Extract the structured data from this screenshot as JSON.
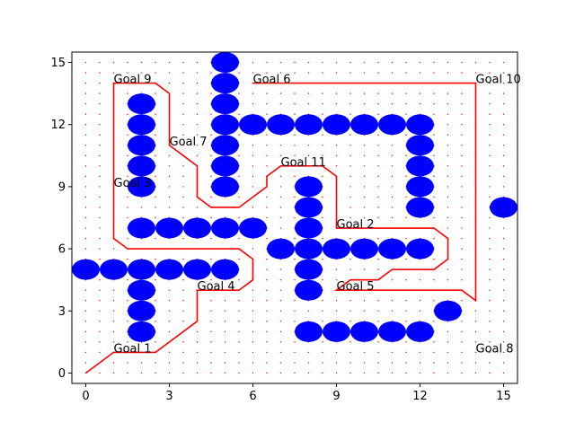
{
  "chart_data": {
    "type": "scatter",
    "title": "",
    "xlabel": "",
    "ylabel": "",
    "xlim": [
      -0.5,
      15.5
    ],
    "ylim": [
      -0.5,
      15.5
    ],
    "x_ticks": [
      0,
      3,
      6,
      9,
      12,
      15
    ],
    "y_ticks": [
      0,
      3,
      6,
      9,
      12,
      15
    ],
    "grid_points": {
      "x_range": [
        0,
        15
      ],
      "y_range": [
        0,
        15
      ],
      "step": 0.5,
      "color": "#ff0000"
    },
    "obstacles": {
      "color": "#0000ff",
      "points": [
        [
          5,
          15
        ],
        [
          5,
          14
        ],
        [
          5,
          13
        ],
        [
          5,
          12
        ],
        [
          5,
          11
        ],
        [
          5,
          10
        ],
        [
          5,
          9
        ],
        [
          2,
          13
        ],
        [
          2,
          12
        ],
        [
          2,
          11
        ],
        [
          2,
          10
        ],
        [
          2,
          9
        ],
        [
          6,
          12
        ],
        [
          7,
          12
        ],
        [
          8,
          12
        ],
        [
          9,
          12
        ],
        [
          10,
          12
        ],
        [
          11,
          12
        ],
        [
          12,
          12
        ],
        [
          12,
          11
        ],
        [
          12,
          10
        ],
        [
          12,
          9
        ],
        [
          12,
          8
        ],
        [
          15,
          8
        ],
        [
          2,
          7
        ],
        [
          3,
          7
        ],
        [
          4,
          7
        ],
        [
          5,
          7
        ],
        [
          6,
          7
        ],
        [
          8,
          9
        ],
        [
          8,
          8
        ],
        [
          8,
          7
        ],
        [
          8,
          6
        ],
        [
          8,
          5
        ],
        [
          8,
          4
        ],
        [
          7,
          6
        ],
        [
          9,
          6
        ],
        [
          10,
          6
        ],
        [
          11,
          6
        ],
        [
          12,
          6
        ],
        [
          0,
          5
        ],
        [
          1,
          5
        ],
        [
          2,
          5
        ],
        [
          3,
          5
        ],
        [
          4,
          5
        ],
        [
          5,
          5
        ],
        [
          2,
          4
        ],
        [
          2,
          3
        ],
        [
          2,
          2
        ],
        [
          13,
          3
        ],
        [
          8,
          2
        ],
        [
          9,
          2
        ],
        [
          10,
          2
        ],
        [
          11,
          2
        ],
        [
          12,
          2
        ]
      ]
    },
    "path": {
      "color": "#ff0000",
      "points": [
        [
          0,
          0
        ],
        [
          1,
          1
        ],
        [
          2.5,
          1
        ],
        [
          4,
          2.5
        ],
        [
          4,
          4
        ],
        [
          5.5,
          4
        ],
        [
          6,
          4.5
        ],
        [
          6,
          5.5
        ],
        [
          5.5,
          6
        ],
        [
          1.5,
          6
        ],
        [
          1,
          6.5
        ],
        [
          1,
          14
        ],
        [
          2.5,
          14
        ],
        [
          3,
          13.5
        ],
        [
          3,
          11
        ],
        [
          3.5,
          10.5
        ],
        [
          4,
          10
        ],
        [
          4,
          8.5
        ],
        [
          4.5,
          8
        ],
        [
          5.5,
          8
        ],
        [
          6.5,
          9
        ],
        [
          6.5,
          9.5
        ],
        [
          7,
          10
        ],
        [
          8.5,
          10
        ],
        [
          9,
          9.5
        ],
        [
          9,
          7
        ],
        [
          12.5,
          7
        ],
        [
          13,
          6.5
        ],
        [
          13,
          5.5
        ],
        [
          12.5,
          5
        ],
        [
          11,
          5
        ],
        [
          10.5,
          4.5
        ],
        [
          9.5,
          4.5
        ],
        [
          9,
          4
        ],
        [
          13.5,
          4
        ],
        [
          14,
          3.5
        ],
        [
          14,
          14
        ],
        [
          6,
          14
        ]
      ]
    },
    "goals": [
      {
        "label": "Goal 1",
        "x": 1,
        "y": 1
      },
      {
        "label": "Goal 3",
        "x": 1,
        "y": 9
      },
      {
        "label": "Goal 9",
        "x": 1,
        "y": 14
      },
      {
        "label": "Goal 7",
        "x": 3,
        "y": 11
      },
      {
        "label": "Goal 4",
        "x": 4,
        "y": 4
      },
      {
        "label": "Goal 6",
        "x": 6,
        "y": 14
      },
      {
        "label": "Goal 11",
        "x": 7,
        "y": 10
      },
      {
        "label": "Goal 2",
        "x": 9,
        "y": 7
      },
      {
        "label": "Goal 5",
        "x": 9,
        "y": 4
      },
      {
        "label": "Goal 10",
        "x": 14,
        "y": 14
      },
      {
        "label": "Goal 8",
        "x": 14,
        "y": 1
      }
    ]
  }
}
